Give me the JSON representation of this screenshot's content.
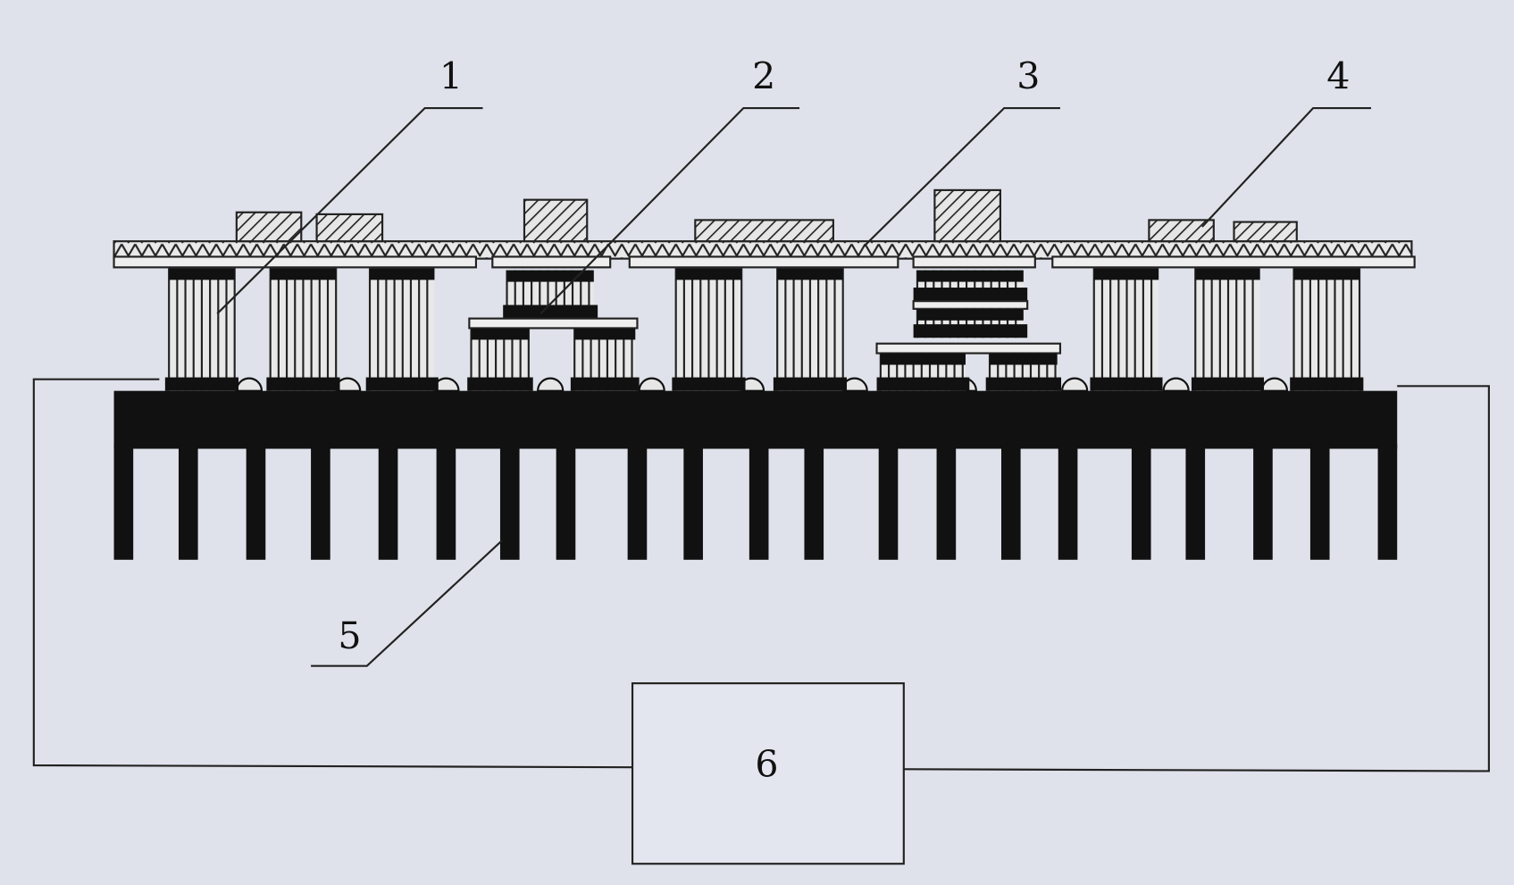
{
  "figure": {
    "callouts": [
      {
        "id": "1",
        "label": "1"
      },
      {
        "id": "2",
        "label": "2"
      },
      {
        "id": "3",
        "label": "3"
      },
      {
        "id": "4",
        "label": "4"
      },
      {
        "id": "5",
        "label": "5"
      },
      {
        "id": "6",
        "label": "6"
      }
    ]
  }
}
